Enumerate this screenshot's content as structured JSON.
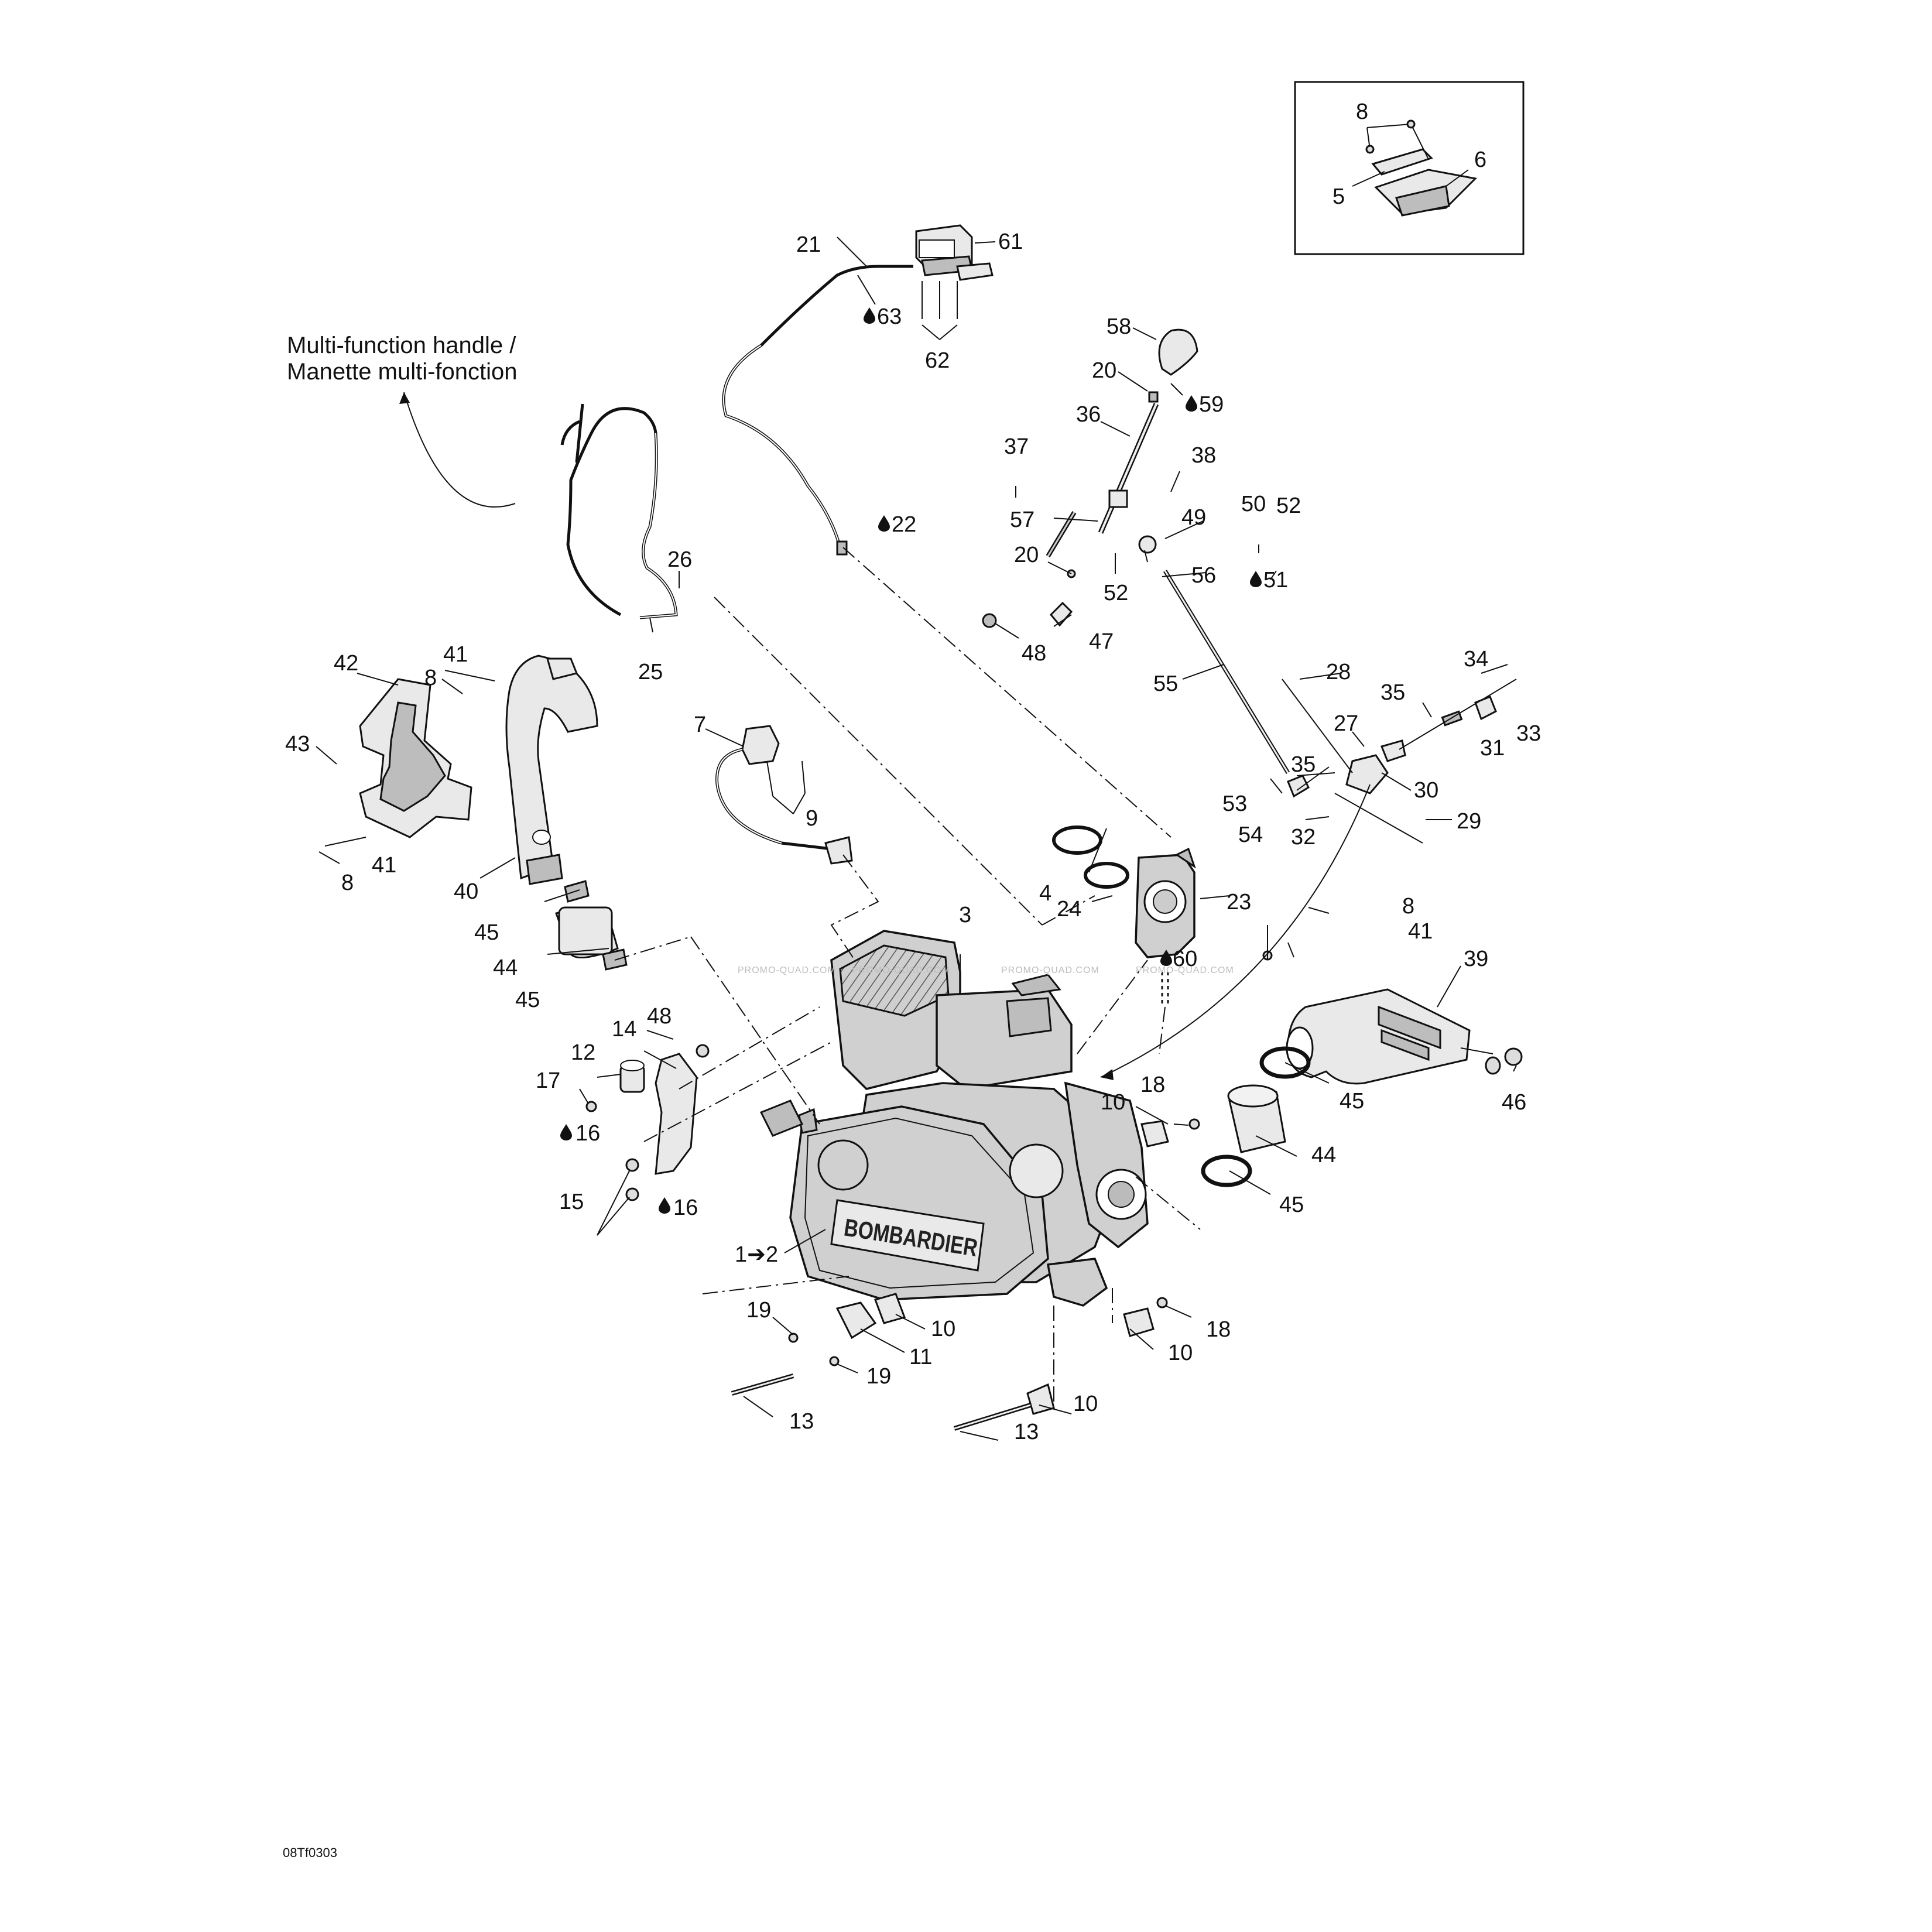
{
  "diagram": {
    "drawing_code": "08Tf0303",
    "note_label_line1": "Multi-function handle /",
    "note_label_line2": "Manette multi-fonction",
    "watermark": "PROMO-QUAD.COM",
    "engine_brand": "BOMBARDIER",
    "callouts": {
      "c1": "8",
      "c2": "5",
      "c3": "6",
      "c4": "21",
      "c5": "61",
      "c6": "63",
      "c7": "62",
      "c8": "58",
      "c9": "20",
      "c10": "59",
      "c11": "36",
      "c12": "37",
      "c13": "38",
      "c14": "57",
      "c15": "49",
      "c16": "50",
      "c17": "52",
      "c18": "20",
      "c19": "52",
      "c20": "56",
      "c21": "51",
      "c22": "48",
      "c23": "47",
      "c24": "22",
      "c25": "26",
      "c26": "25",
      "c27": "42",
      "c28": "41",
      "c29": "8",
      "c30": "43",
      "c31": "41",
      "c32": "8",
      "c33": "40",
      "c34": "7",
      "c35": "9",
      "c36": "55",
      "c37": "28",
      "c38": "34",
      "c39": "35",
      "c40": "33",
      "c41": "27",
      "c42": "31",
      "c43": "35",
      "c44": "30",
      "c45": "53",
      "c46": "54",
      "c47": "32",
      "c48": "29",
      "c49": "4",
      "c50": "24",
      "c51": "23",
      "c52": "60",
      "c53": "45",
      "c54": "44",
      "c55": "45",
      "c56": "3",
      "c57": "8",
      "c58": "41",
      "c59": "39",
      "c60": "46",
      "c61": "14",
      "c62": "48",
      "c63": "12",
      "c64": "17",
      "c65": "16",
      "c66": "15",
      "c67": "16",
      "c68": "18",
      "c69": "10",
      "c70": "45",
      "c71": "44",
      "c72": "45",
      "c73": "1➔2",
      "c74": "19",
      "c75": "10",
      "c76": "11",
      "c77": "19",
      "c78": "13",
      "c79": "18",
      "c80": "10",
      "c81": "10",
      "c82": "13"
    }
  }
}
